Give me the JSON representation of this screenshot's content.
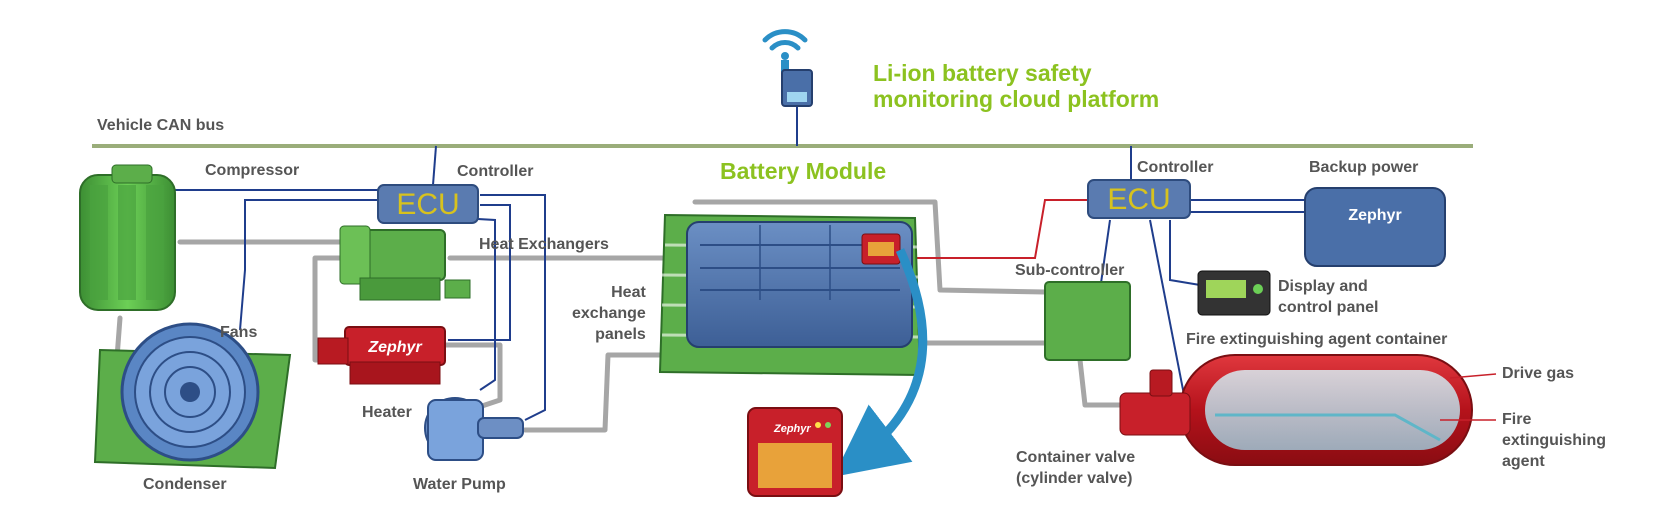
{
  "cloud": {
    "title_line1": "Li-ion battery safety",
    "title_line2": "monitoring cloud platform"
  },
  "bus": {
    "label": "Vehicle CAN bus"
  },
  "battery_module": {
    "title": "Battery Module"
  },
  "left_controller": {
    "label": "Controller",
    "ecu_text": "ECU"
  },
  "right_controller": {
    "label": "Controller",
    "ecu_text": "ECU"
  },
  "components": {
    "compressor": "Compressor",
    "heat_exchangers": "Heat Exchangers",
    "heat_exchange_panels": [
      "Heat",
      "exchange",
      "panels"
    ],
    "fans": "Fans",
    "heater": "Heater",
    "condenser": "Condenser",
    "water_pump": "Water Pump",
    "backup_power": "Backup power",
    "sub_controller": "Sub-controller",
    "display_panel": [
      "Display and",
      "control panel"
    ],
    "fire_container": "Fire extinguishing agent container",
    "drive_gas": "Drive gas",
    "fire_agent": [
      "Fire",
      "extinguishing",
      "agent"
    ],
    "container_valve": [
      "Container valve",
      "(cylinder valve)"
    ]
  },
  "brand": {
    "heater_logo": "Zephyr",
    "backup_logo": "Zephyr",
    "detector_logo": "Zephyr"
  },
  "colors": {
    "accent_green": "#8cc220",
    "bus_line": "#9aad7a",
    "signal_blue": "#1f3d8c",
    "signal_red": "#c8202a",
    "pipe_gray": "#a6a6a6",
    "component_green": "#5cae4a",
    "battery_blue": "#4a6fa8",
    "ecu_blue": "#5a7bb0",
    "ecu_text": "#d7c21e",
    "arrow_cyan": "#2a8fc6"
  }
}
